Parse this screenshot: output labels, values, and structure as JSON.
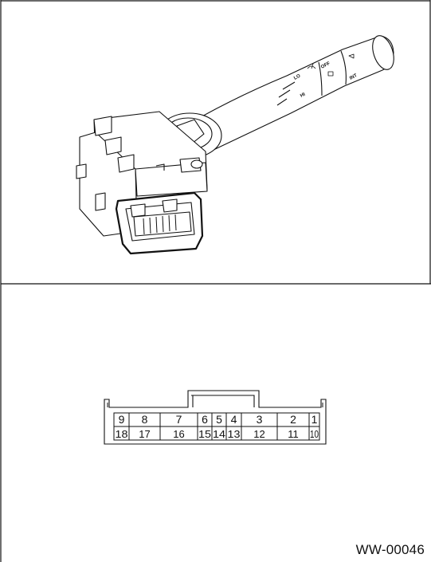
{
  "figure_code": "WW-00046",
  "switch_markings": [
    "LO",
    "HI",
    "OFF",
    "INT"
  ],
  "connector": {
    "top_row": [
      "9",
      "8",
      "7",
      "6",
      "5",
      "4",
      "3",
      "2",
      "1"
    ],
    "bottom_row": [
      "18",
      "17",
      "16",
      "15",
      "14",
      "13",
      "12",
      "11",
      "10"
    ]
  },
  "colors": {
    "line": "#111111",
    "panel_fill": "#ffffff"
  }
}
